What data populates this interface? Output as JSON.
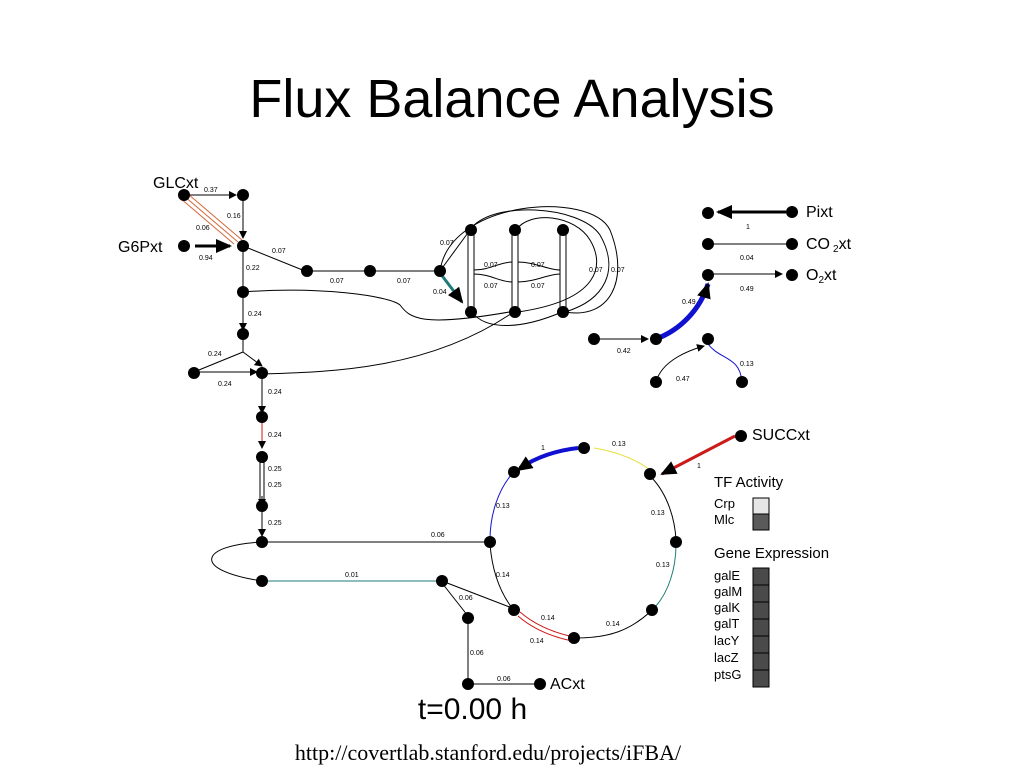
{
  "title": "Flux Balance Analysis",
  "metabolites": {
    "glc": "GLCxt",
    "g6p": "G6Pxt",
    "pi": "Pixt",
    "co2_a": "CO",
    "co2_sub": "2",
    "co2_b": "xt",
    "o2_a": "O",
    "o2_sub": "2",
    "o2_b": "xt",
    "succ": "SUCCxt",
    "ac": "ACxt"
  },
  "flux_labels": {
    "f1": "0.37",
    "f2": "0.16",
    "f3": "0.06",
    "f4": "0.94",
    "f5": "0.07",
    "f6": "0.22",
    "f7": "0.07",
    "f8": "0.07",
    "f9": "0.07",
    "f10": "0.04",
    "f11": "0.07",
    "f12": "0.07",
    "f13": "0.07",
    "f14": "0.07",
    "f15": "0.07",
    "f16": "0.07",
    "f17": "0.24",
    "f18": "0.24",
    "f19": "0.24",
    "f20": "0.24",
    "f21": "0.24",
    "f22": "0.25",
    "f23": "0.25",
    "f24": "0.25",
    "f25": "1",
    "f26": "0.04",
    "f27": "0.49",
    "f28": "0.49",
    "f29": "0.42",
    "f30": "0.47",
    "f31": "0.13",
    "f32": "1",
    "f33": "0.13",
    "f34": "1",
    "f35": "0.13",
    "f36": "0.13",
    "f37": "0.13",
    "f38": "0.06",
    "f39": "0.14",
    "f40": "0.14",
    "f41": "0.14",
    "f42": "0.14",
    "f43": "0.01",
    "f44": "0.06",
    "f45": "0.06",
    "f46": "0.06"
  },
  "tf_activity": {
    "title": "TF Activity",
    "items": [
      {
        "label": "Crp",
        "color": "#e6e6e6"
      },
      {
        "label": "Mlc",
        "color": "#5a5a5a"
      }
    ]
  },
  "gene_expression": {
    "title": "Gene Expression",
    "items": [
      {
        "label": "galE",
        "color": "#4a4a4a"
      },
      {
        "label": "galM",
        "color": "#4a4a4a"
      },
      {
        "label": "galK",
        "color": "#4a4a4a"
      },
      {
        "label": "galT",
        "color": "#4a4a4a"
      },
      {
        "label": "lacY",
        "color": "#4a4a4a"
      },
      {
        "label": "lacZ",
        "color": "#4a4a4a"
      },
      {
        "label": "ptsG",
        "color": "#4a4a4a"
      }
    ]
  },
  "time": "t=0.00 h",
  "source": "http://covertlab.stanford.edu/projects/iFBA/",
  "colors": {
    "node": "#000000",
    "edge": "#000000",
    "blue_flux": "#1010d0",
    "red_flux": "#cc1a1a",
    "yellow_flux": "#e8e040",
    "teal_flux": "#1f7a7a",
    "orange_flux": "#d4683a"
  }
}
